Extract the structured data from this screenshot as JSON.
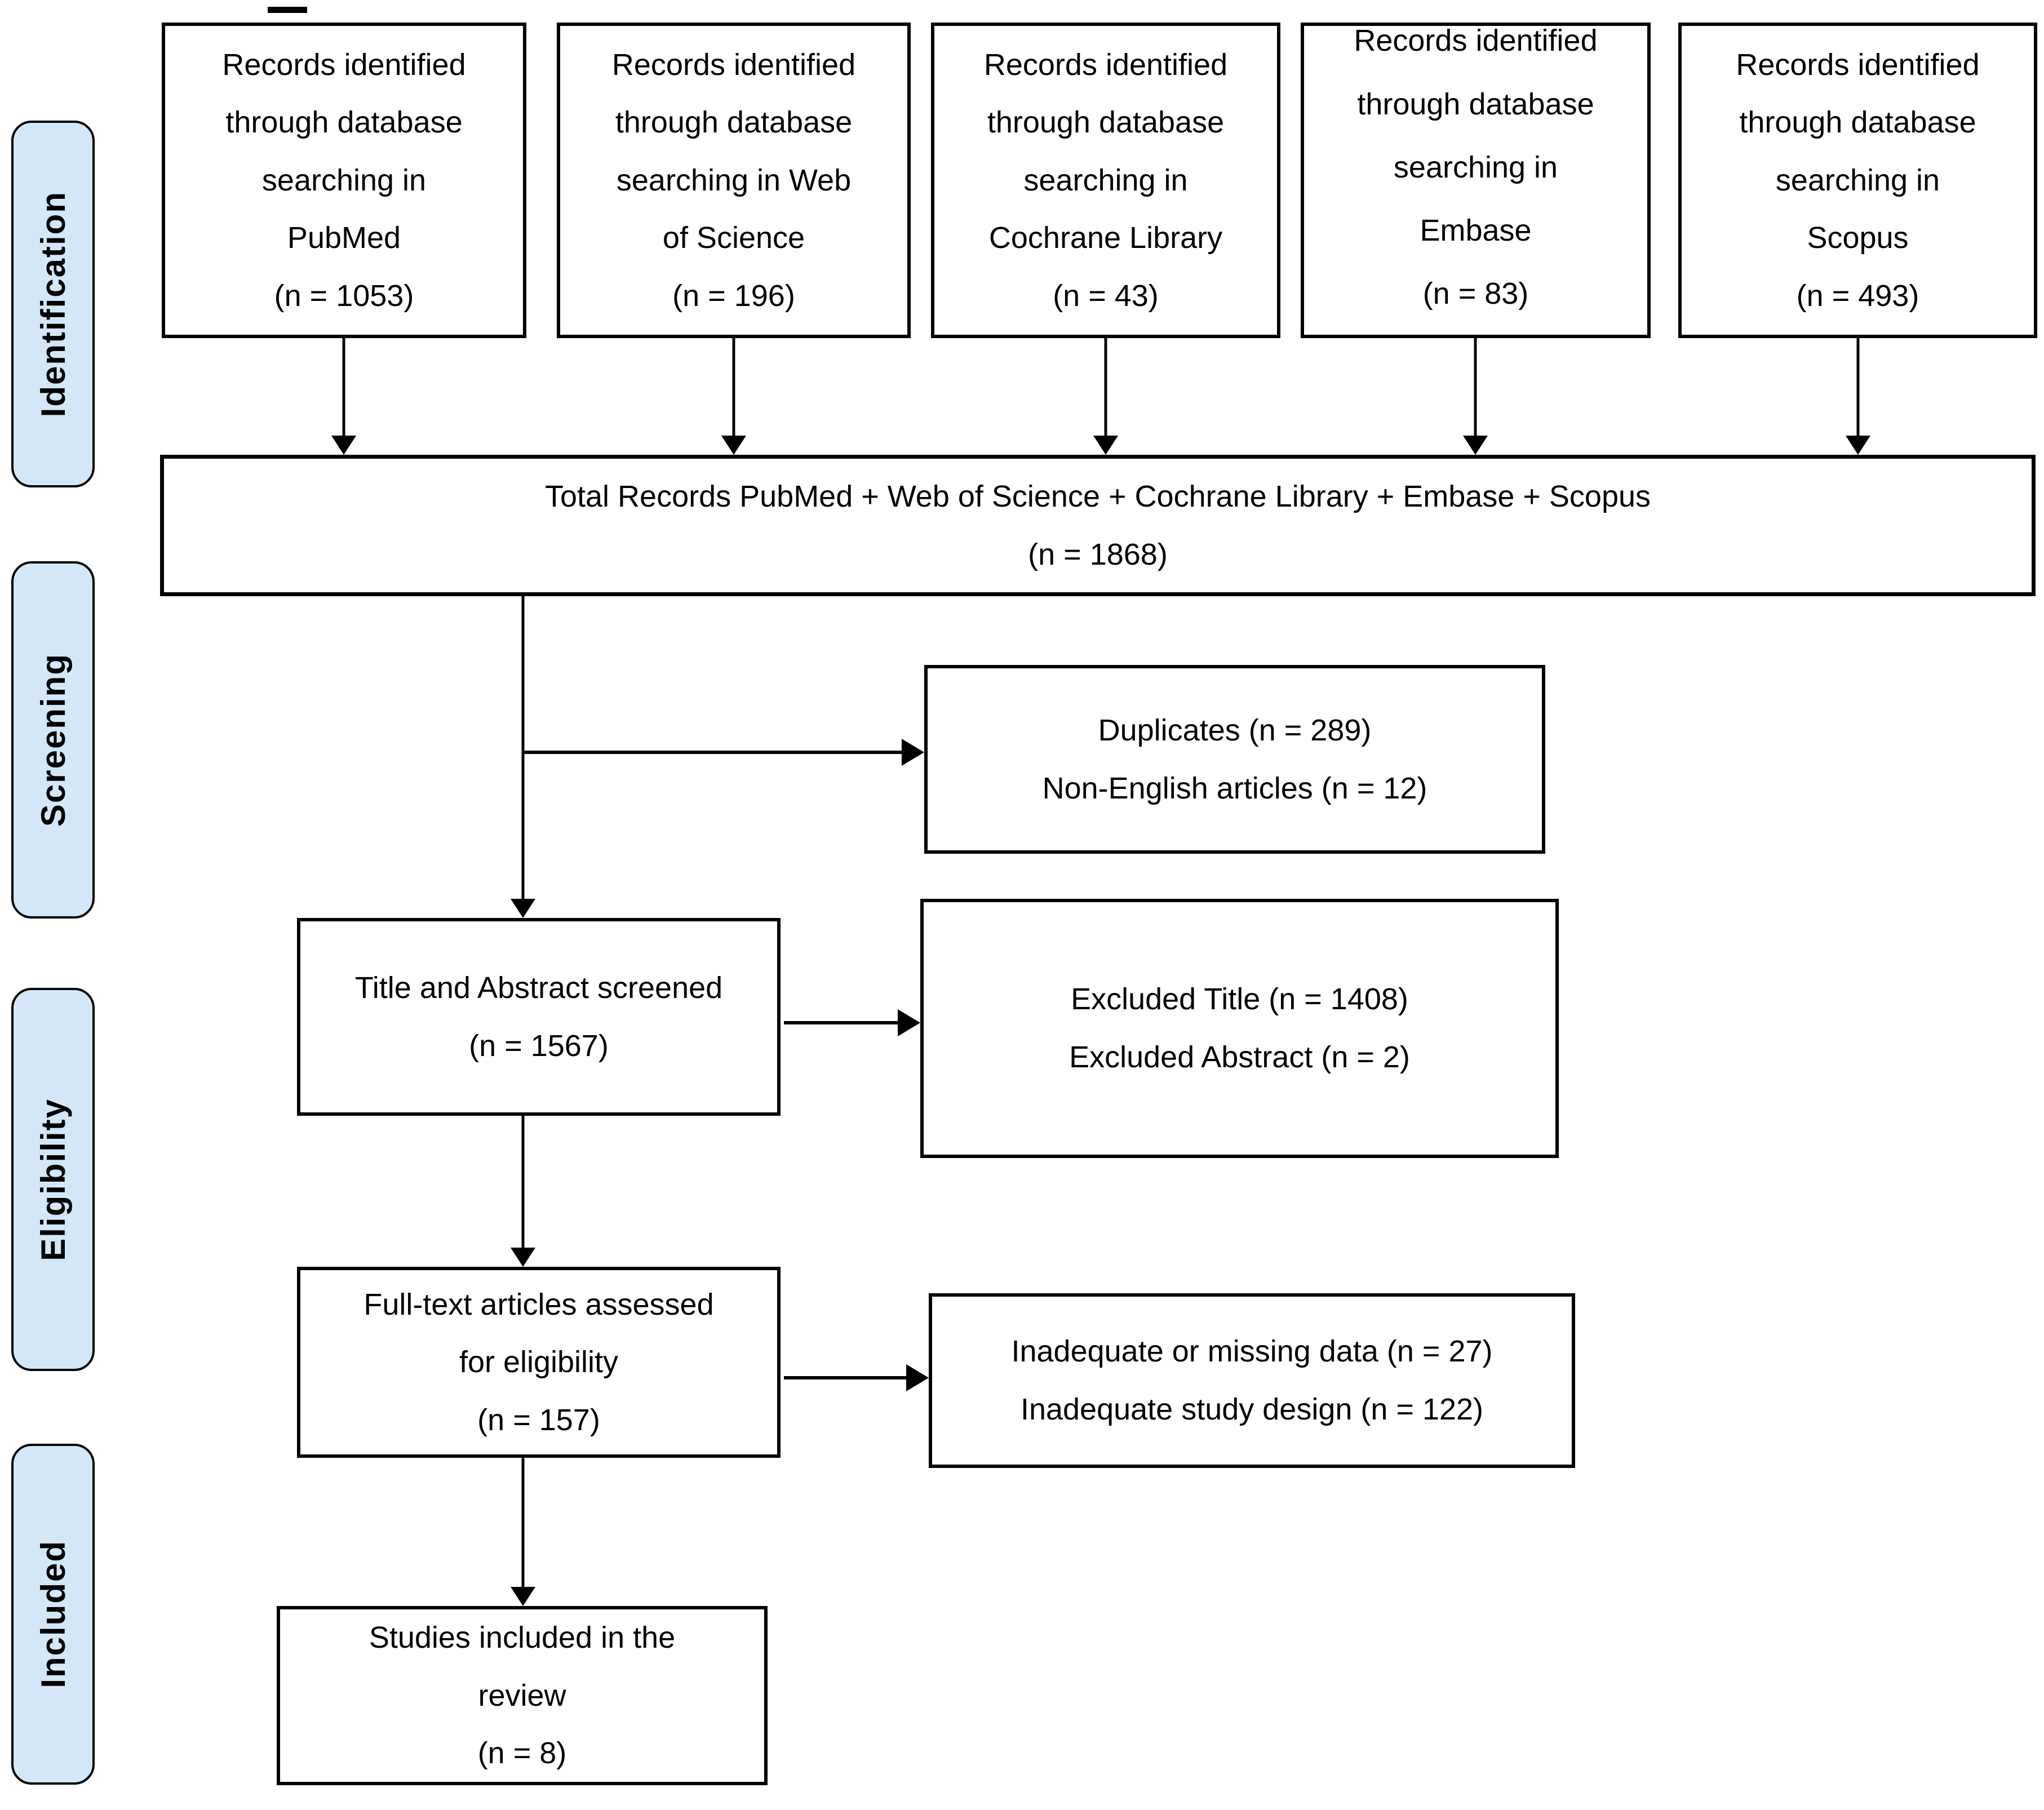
{
  "colors": {
    "stage_fill": "#d4e7f8",
    "stroke": "#000000",
    "background": "#ffffff"
  },
  "stages": [
    {
      "label": "Identification"
    },
    {
      "label": "Screening"
    },
    {
      "label": "Eligibility"
    },
    {
      "label": "Included"
    }
  ],
  "sources": [
    {
      "name": "PubMed",
      "n": 1053,
      "lines": [
        "Records identified",
        "through database",
        "searching in",
        "PubMed",
        "(n = 1053)"
      ]
    },
    {
      "name": "Web of Science",
      "n": 196,
      "lines": [
        "Records identified",
        "through database",
        "searching in Web",
        "of Science",
        "(n = 196)"
      ]
    },
    {
      "name": "Cochrane Library",
      "n": 43,
      "lines": [
        "Records identified",
        "through database",
        "searching in",
        "Cochrane Library",
        "(n = 43)"
      ]
    },
    {
      "name": "Embase",
      "n": 83,
      "lines": [
        "Records identified",
        "through database",
        "searching in",
        "Embase",
        "(n = 83)"
      ]
    },
    {
      "name": "Scopus",
      "n": 493,
      "lines": [
        "Records identified",
        "through database",
        "searching in",
        "Scopus",
        "(n = 493)"
      ]
    }
  ],
  "total": {
    "n": 1868,
    "lines": [
      "Total Records PubMed + Web of Science + Cochrane Library + Embase + Scopus",
      "(n = 1868)"
    ]
  },
  "screening": {
    "duplicates": {
      "n_duplicates": 289,
      "n_non_english": 12,
      "lines": [
        "Duplicates (n = 289)",
        "Non-English articles (n = 12)"
      ]
    },
    "screened": {
      "n": 1567,
      "lines": [
        "Title and Abstract screened",
        "(n = 1567)"
      ]
    },
    "excluded": {
      "n_title": 1408,
      "n_abstract": 2,
      "lines": [
        "Excluded Title (n = 1408)",
        "Excluded Abstract (n = 2)"
      ]
    }
  },
  "eligibility": {
    "fulltext": {
      "n": 157,
      "lines": [
        "Full-text articles assessed",
        "for eligibility",
        "(n = 157)"
      ]
    },
    "inadequate": {
      "n_missing_data": 27,
      "n_study_design": 122,
      "lines": [
        "Inadequate or missing data (n = 27)",
        "Inadequate study design (n = 122)"
      ]
    }
  },
  "included": {
    "studies": {
      "n": 8,
      "lines": [
        "Studies included in the",
        "review",
        "(n = 8)"
      ]
    }
  }
}
